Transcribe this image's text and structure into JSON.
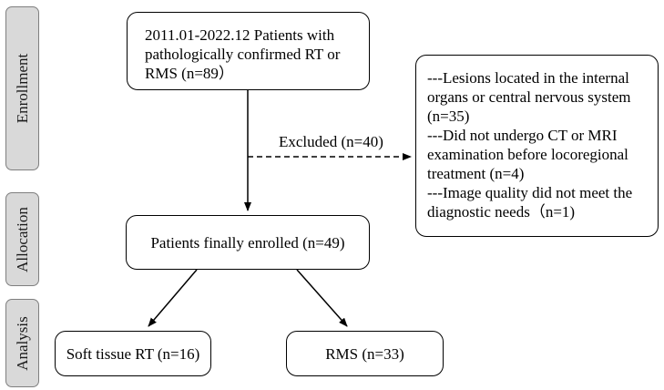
{
  "stages": {
    "enrollment": "Enrollment",
    "allocation": "Allocation",
    "analysis": "Analysis"
  },
  "boxes": {
    "enrollment": {
      "lines": [
        "2011.01-2022.12 Patients with",
        "pathologically confirmed RT or",
        "RMS (n=89）"
      ]
    },
    "exclusion": {
      "lines": [
        "---Lesions located in the internal",
        "organs or central nervous system",
        "(n=35)",
        "---Did not undergo CT or MRI",
        "examination before locoregional",
        "treatment (n=4)",
        "---Image quality did not meet the",
        "diagnostic needs（n=1)"
      ]
    },
    "enrolled": "Patients finally enrolled (n=49)",
    "rt_group": "Soft tissue RT (n=16)",
    "rms_group": "RMS (n=33)"
  },
  "excluded_label": "Excluded (n=40)",
  "colors": {
    "stage_fill": "#d9d9d9",
    "stage_border": "#7f7f7f",
    "box_border": "#000000",
    "text": "#000000"
  }
}
